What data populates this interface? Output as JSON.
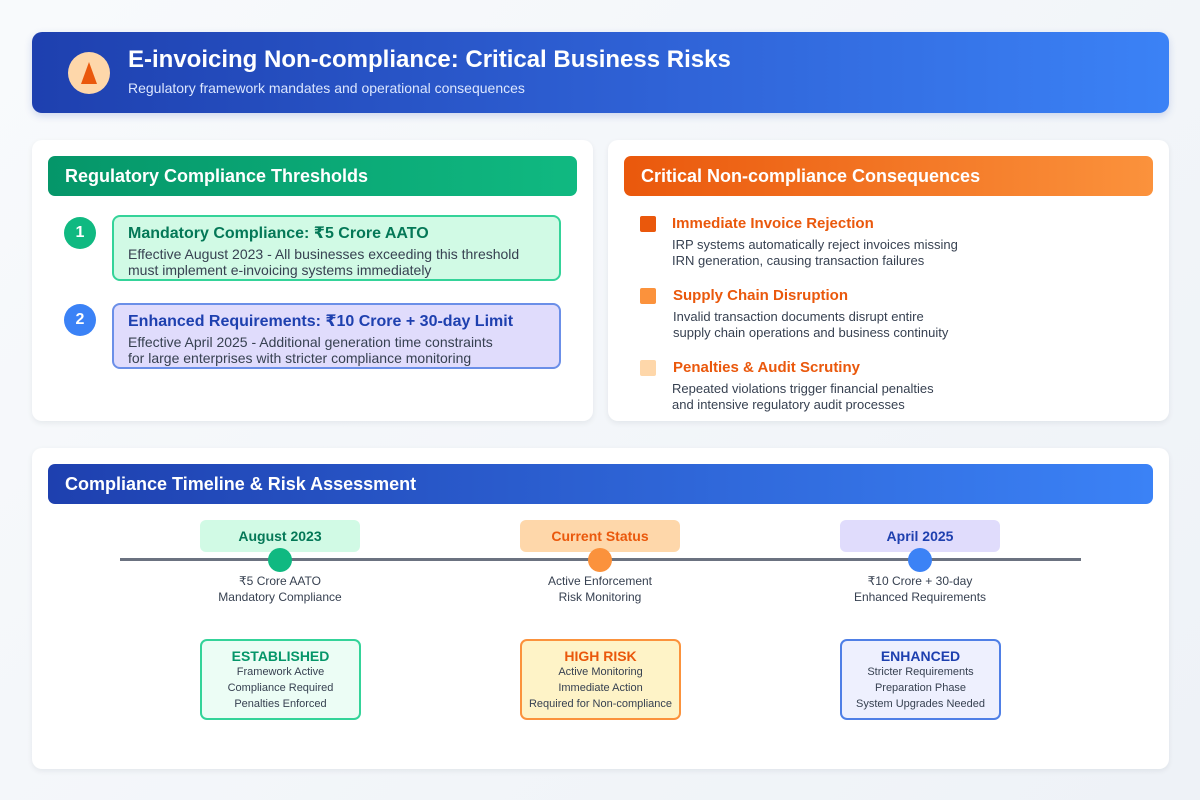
{
  "header": {
    "title": "E-invoicing Non-compliance: Critical Business Risks",
    "subtitle": "Regulatory framework mandates and operational consequences",
    "icon": "warning-triangle-icon"
  },
  "thresholds": {
    "title": "Regulatory Compliance Thresholds",
    "items": [
      {
        "number": "1",
        "title": "Mandatory Compliance: ₹5 Crore AATO",
        "desc_line1": "Effective August 2023 - All businesses exceeding this threshold",
        "desc_line2": "must implement e-invoicing systems immediately"
      },
      {
        "number": "2",
        "title": "Enhanced Requirements: ₹10 Crore + 30-day Limit",
        "desc_line1": "Effective April 2025 - Additional generation time constraints",
        "desc_line2": "for large enterprises with stricter compliance monitoring"
      }
    ]
  },
  "consequences": {
    "title": "Critical Non-compliance Consequences",
    "items": [
      {
        "title": "Immediate Invoice Rejection",
        "desc_line1": "IRP systems automatically reject invoices missing",
        "desc_line2": "IRN generation, causing transaction failures",
        "color": "#ea580c"
      },
      {
        "title": "Supply Chain Disruption",
        "desc_line1": "Invalid transaction documents disrupt entire",
        "desc_line2": "supply chain operations and business continuity",
        "color": "#fb923c"
      },
      {
        "title": "Penalties & Audit Scrutiny",
        "desc_line1": "Repeated violations trigger financial penalties",
        "desc_line2": "and intensive regulatory audit processes",
        "color": "#fed7aa"
      }
    ]
  },
  "timeline": {
    "title": "Compliance Timeline & Risk Assessment",
    "milestones": [
      {
        "label": "August 2023",
        "desc_line1": "₹5 Crore AATO",
        "desc_line2": "Mandatory Compliance",
        "status": "ESTABLISHED",
        "status_lines": [
          "Framework Active",
          "Compliance Required",
          "Penalties Enforced"
        ]
      },
      {
        "label": "Current Status",
        "desc_line1": "Active Enforcement",
        "desc_line2": "Risk Monitoring",
        "status": "HIGH RISK",
        "status_lines": [
          "Active Monitoring",
          "Immediate Action",
          "Required for Non-compliance"
        ]
      },
      {
        "label": "April 2025",
        "desc_line1": "₹10 Crore + 30-day",
        "desc_line2": "Enhanced Requirements",
        "status": "ENHANCED",
        "status_lines": [
          "Stricter Requirements",
          "Preparation Phase",
          "System Upgrades Needed"
        ]
      }
    ]
  },
  "colors": {
    "green": "#10b981",
    "orange": "#fb923c",
    "blue": "#3b82f6",
    "navy": "#1e40af"
  }
}
